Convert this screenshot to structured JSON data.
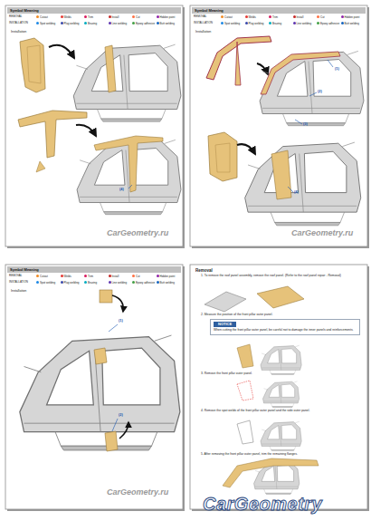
{
  "diagram": {
    "nodes": [
      {
        "text": [
          "Symbol Meaning"
        ]
      },
      {
        "text": [
          "Symbol Meaning"
        ]
      },
      {
        "text": [
          "Symbol Meaning"
        ]
      },
      {
        "text": [
          "NOTICE",
          "When cutting the front pillar outer panel, be careful not to damage the inner panels and reinforcements."
        ]
      }
    ],
    "labels": [
      "REMOVAL",
      "INSTALLATION",
      "Installation",
      "(4)",
      "CarGeometry.ru",
      "REMOVAL",
      "INSTALLATION",
      "Installation",
      "(1)",
      "(2)",
      "(3)",
      "(4)",
      "CarGeometry.ru",
      "REMOVAL",
      "INSTALLATION",
      "Installation",
      "(1)",
      "(2)",
      "CarGeometry.ru",
      "Removal",
      "1. To remove the roof panel assembly, remove the roof panel. (Refer to the roof panel repair - Removal)",
      "2. Measure the position of the front pillar outer panel.",
      "3. Remove the front pillar outer panel.",
      "4. Remove the spot welds of the front pillar outer panel and the side outer panel.",
      "5. After removing the front pillar outer panel, trim the remaining flanges.",
      "CarGeometry"
    ],
    "legend": [
      {
        "text": "Cutout",
        "color": "#f08a24"
      },
      {
        "text": "Welds",
        "color": "#e53935"
      },
      {
        "text": "Trim",
        "color": "#d81b60"
      },
      {
        "text": "Install",
        "color": "#c62828"
      },
      {
        "text": "Cut",
        "color": "#ff7043"
      },
      {
        "text": "Hidden point",
        "color": "#8e24aa"
      },
      {
        "text": "Spot welding",
        "color": "#1e88e5"
      },
      {
        "text": "Plug welding",
        "color": "#3949ab"
      },
      {
        "text": "Brazing",
        "color": "#00acc1"
      },
      {
        "text": "Line welding",
        "color": "#5e35b1"
      },
      {
        "text": "Epoxy adhesive",
        "color": "#43a047"
      },
      {
        "text": "Butt welding",
        "color": "#1565c0"
      },
      {
        "text": "Cutout",
        "color": "#f08a24"
      },
      {
        "text": "Welds",
        "color": "#e53935"
      },
      {
        "text": "Trim",
        "color": "#d81b60"
      },
      {
        "text": "Install",
        "color": "#c62828"
      },
      {
        "text": "Cut",
        "color": "#ff7043"
      },
      {
        "text": "Hidden point",
        "color": "#8e24aa"
      },
      {
        "text": "Spot welding",
        "color": "#1e88e5"
      },
      {
        "text": "Plug welding",
        "color": "#3949ab"
      },
      {
        "text": "Brazing",
        "color": "#00acc1"
      },
      {
        "text": "Line welding",
        "color": "#5e35b1"
      },
      {
        "text": "Epoxy adhesive",
        "color": "#43a047"
      },
      {
        "text": "Butt welding",
        "color": "#1565c0"
      },
      {
        "text": "Cutout",
        "color": "#f08a24"
      },
      {
        "text": "Welds",
        "color": "#e53935"
      },
      {
        "text": "Trim",
        "color": "#d81b60"
      },
      {
        "text": "Install",
        "color": "#c62828"
      },
      {
        "text": "Cut",
        "color": "#ff7043"
      },
      {
        "text": "Hidden point",
        "color": "#8e24aa"
      },
      {
        "text": "Spot welding",
        "color": "#1e88e5"
      },
      {
        "text": "Plug welding",
        "color": "#3949ab"
      },
      {
        "text": "Brazing",
        "color": "#00acc1"
      },
      {
        "text": "Line welding",
        "color": "#5e35b1"
      },
      {
        "text": "Epoxy adhesive",
        "color": "#43a047"
      },
      {
        "text": "Butt welding",
        "color": "#1565c0"
      }
    ]
  }
}
